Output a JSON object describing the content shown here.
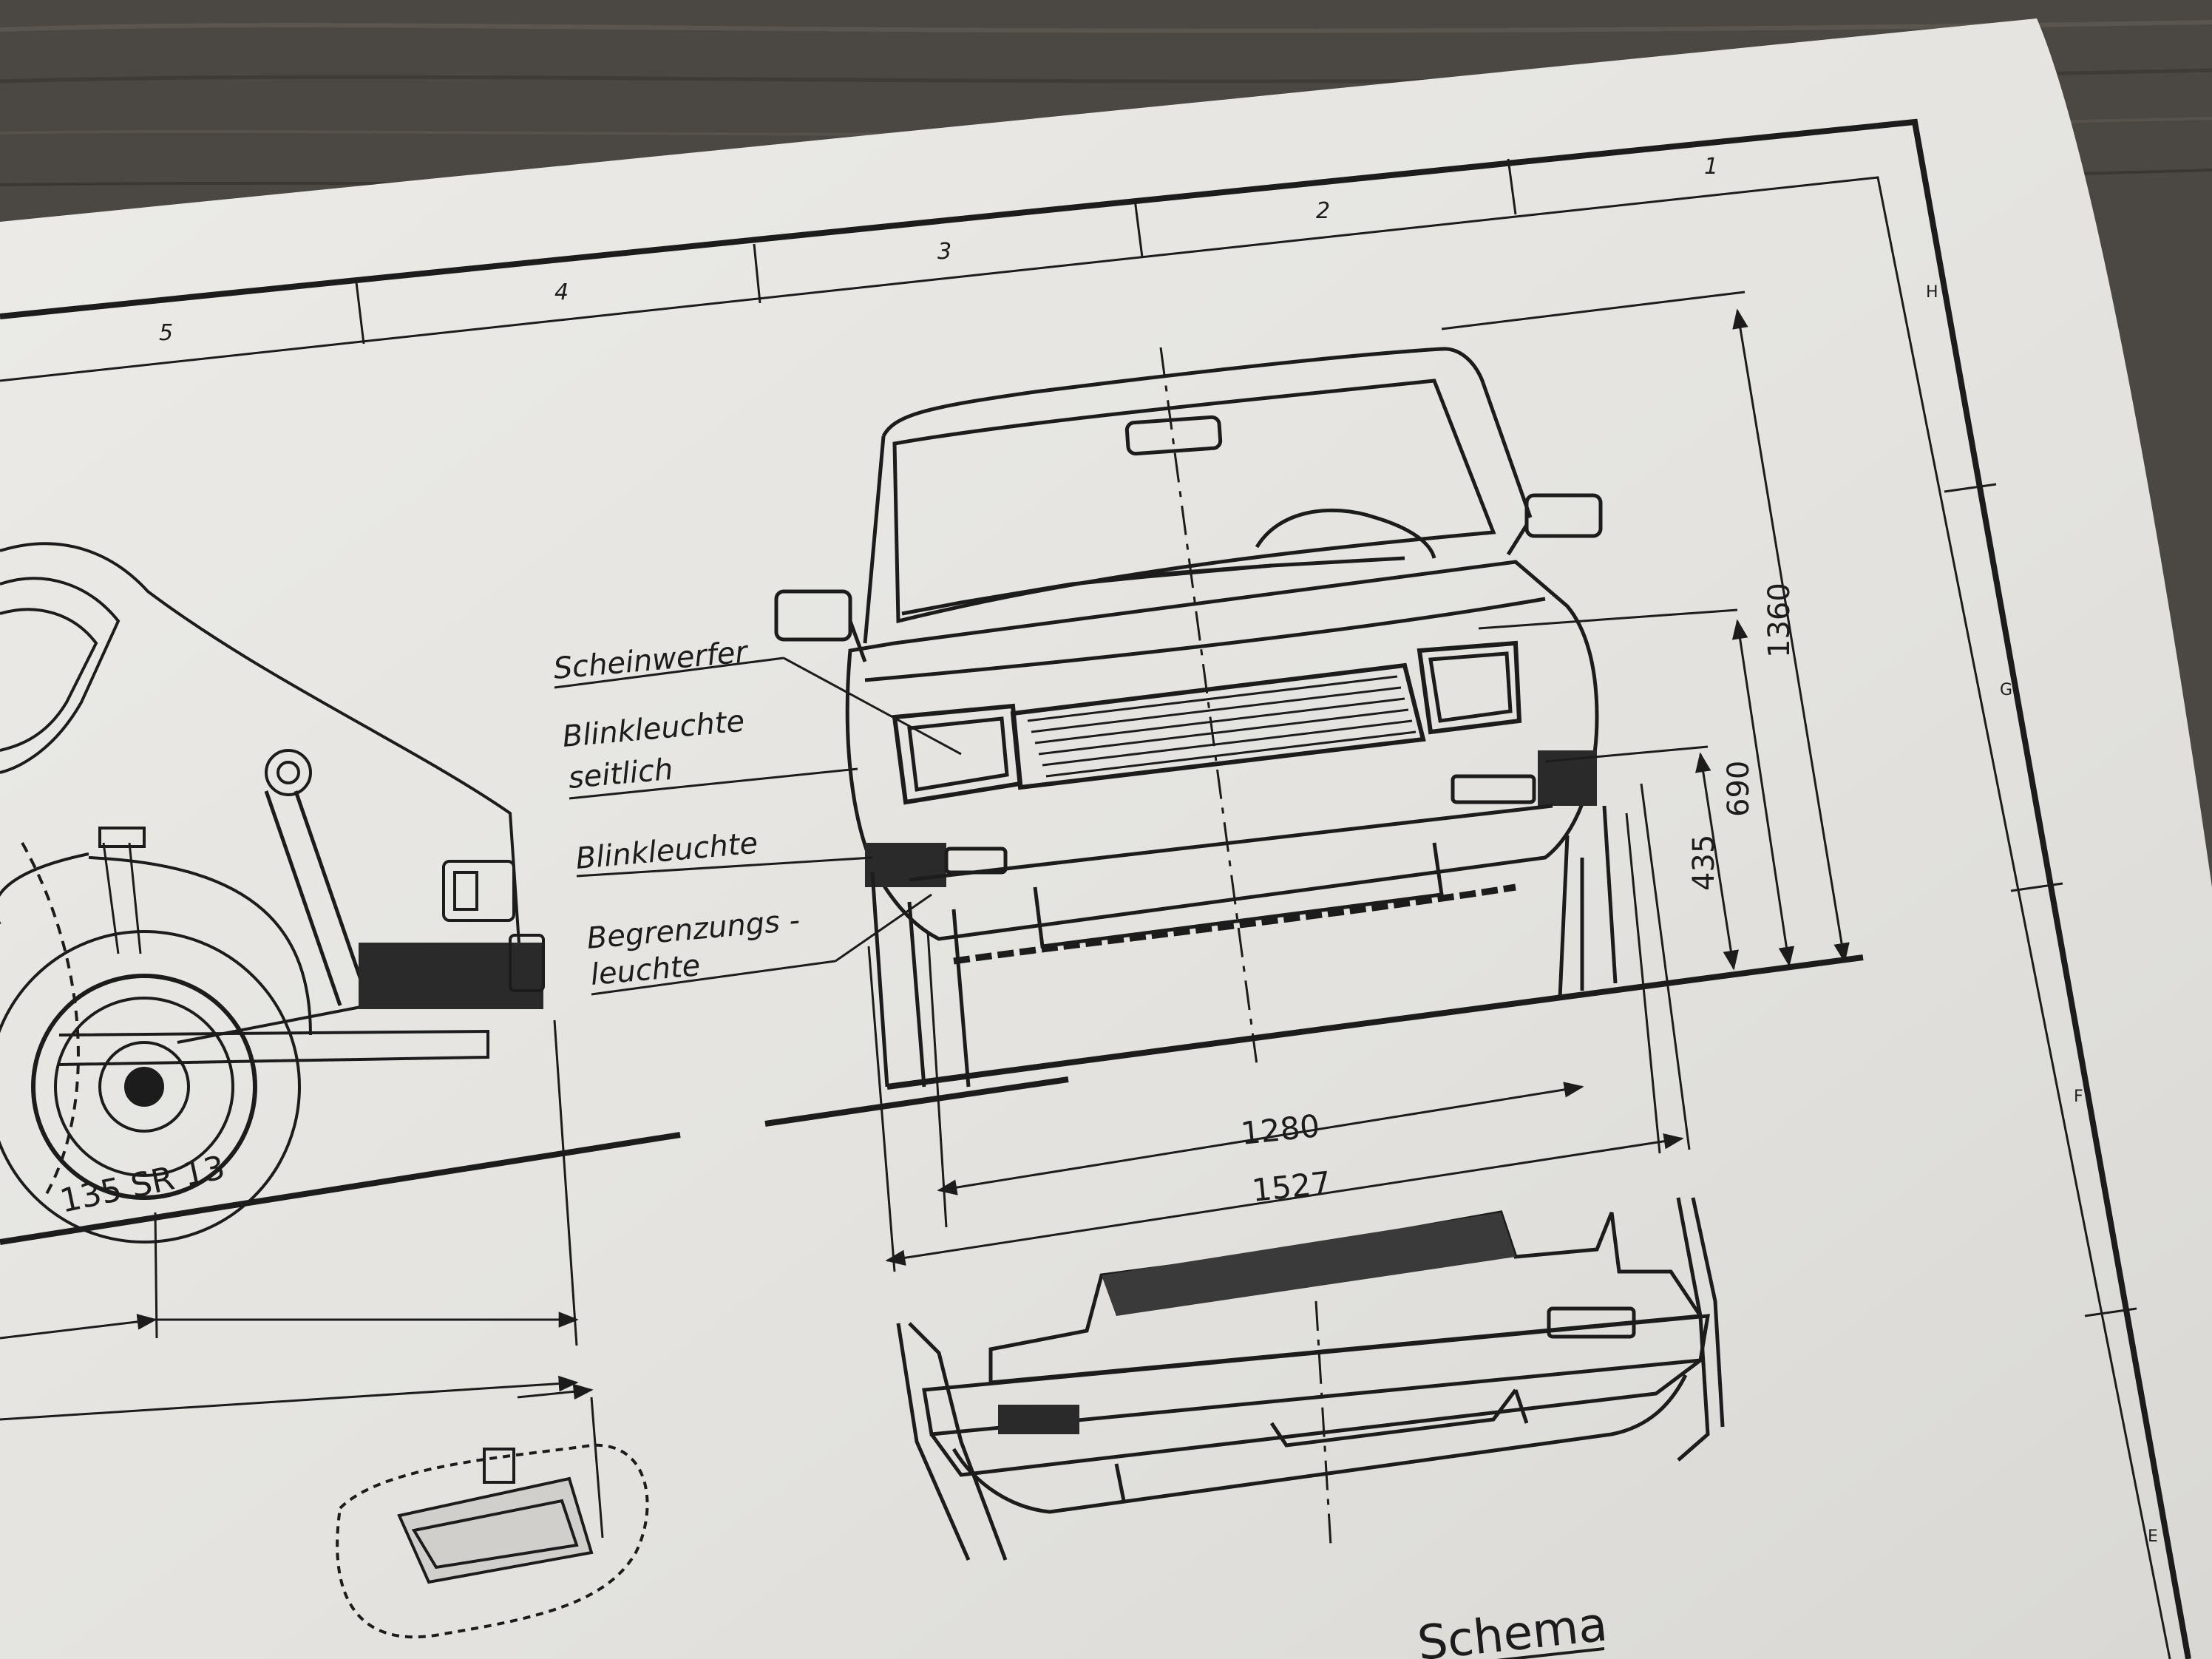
{
  "sheet": {
    "column_numbers": [
      "5",
      "4",
      "3",
      "2",
      "1"
    ],
    "row_letters": [
      "H",
      "G",
      "F",
      "E"
    ],
    "title_fragment": "Schema"
  },
  "callouts": {
    "scheinwerfer": "Scheinwerfer",
    "blinkleuchte_seitlich_1": "Blinkleuchte",
    "blinkleuchte_seitlich_2": "seitlich",
    "blinkleuchte": "Blinkleuchte",
    "begrenzungsleuchte_1": "Begrenzungs -",
    "begrenzungsleuchte_2": "leuchte"
  },
  "dimensions": {
    "overall_height": "1360",
    "headlamp_height": "690",
    "indicator_height": "435",
    "track_width": "1280",
    "overall_width": "1527",
    "tyre_size": "135 SR 13"
  },
  "colors": {
    "background_table": "#4b4742",
    "paper": "#e6e5e1",
    "ink": "#1c1c1c"
  }
}
